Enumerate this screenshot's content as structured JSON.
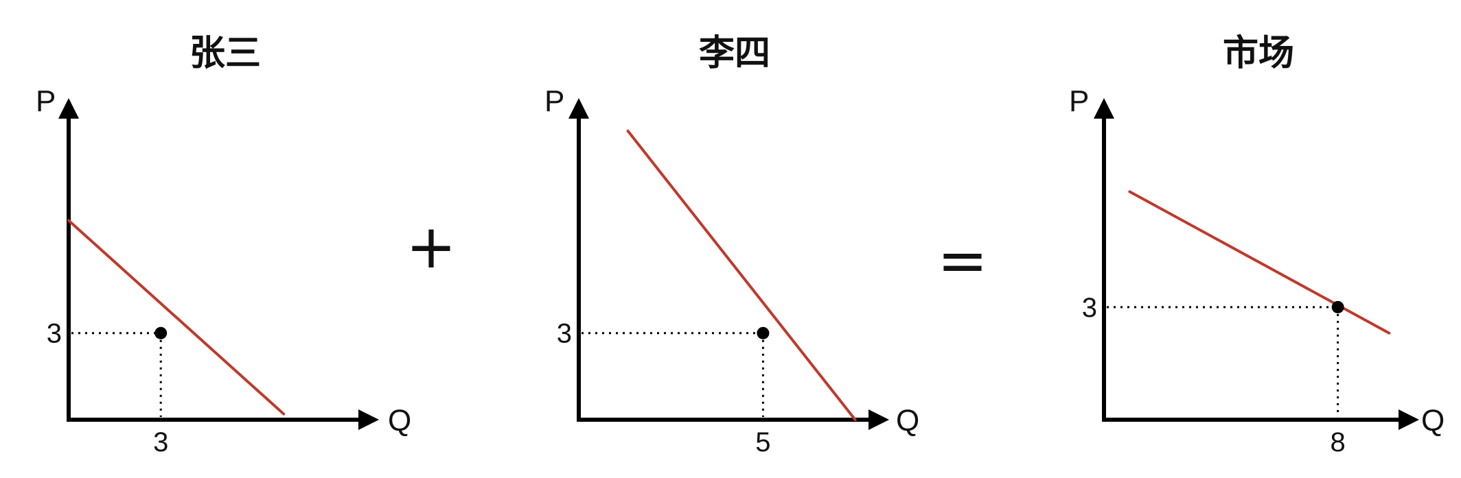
{
  "colors": {
    "axis": "#000000",
    "demand_curve": "#c0392b"
  },
  "operators": {
    "plus": "+",
    "equals": "="
  },
  "chart_data": [
    {
      "type": "line",
      "title": "张三",
      "xlabel": "Q",
      "ylabel": "P",
      "demand_line": [
        [
          0,
          6.9
        ],
        [
          7,
          0.2
        ]
      ],
      "point": {
        "x": 3,
        "y": 3
      },
      "x_tick": "3",
      "y_tick": "3",
      "xlim": [
        0,
        9.5
      ],
      "ylim": [
        0,
        10.5
      ]
    },
    {
      "type": "line",
      "title": "李四",
      "xlabel": "Q",
      "ylabel": "P",
      "demand_line": [
        [
          1.6,
          10
        ],
        [
          9,
          0
        ]
      ],
      "point": {
        "x": 6,
        "y": 3
      },
      "x_tick": "5",
      "y_tick": "3",
      "xlim": [
        0,
        9.5
      ],
      "ylim": [
        0,
        10.5
      ]
    },
    {
      "type": "line",
      "title": "市场",
      "xlabel": "Q",
      "ylabel": "P",
      "demand_line": [
        [
          0.9,
          7.9
        ],
        [
          10,
          3
        ]
      ],
      "point": {
        "x": 8.2,
        "y": 3.9
      },
      "x_tick": "8",
      "y_tick": "3",
      "xlim": [
        0,
        10.4
      ],
      "ylim": [
        0,
        10.5
      ]
    }
  ]
}
